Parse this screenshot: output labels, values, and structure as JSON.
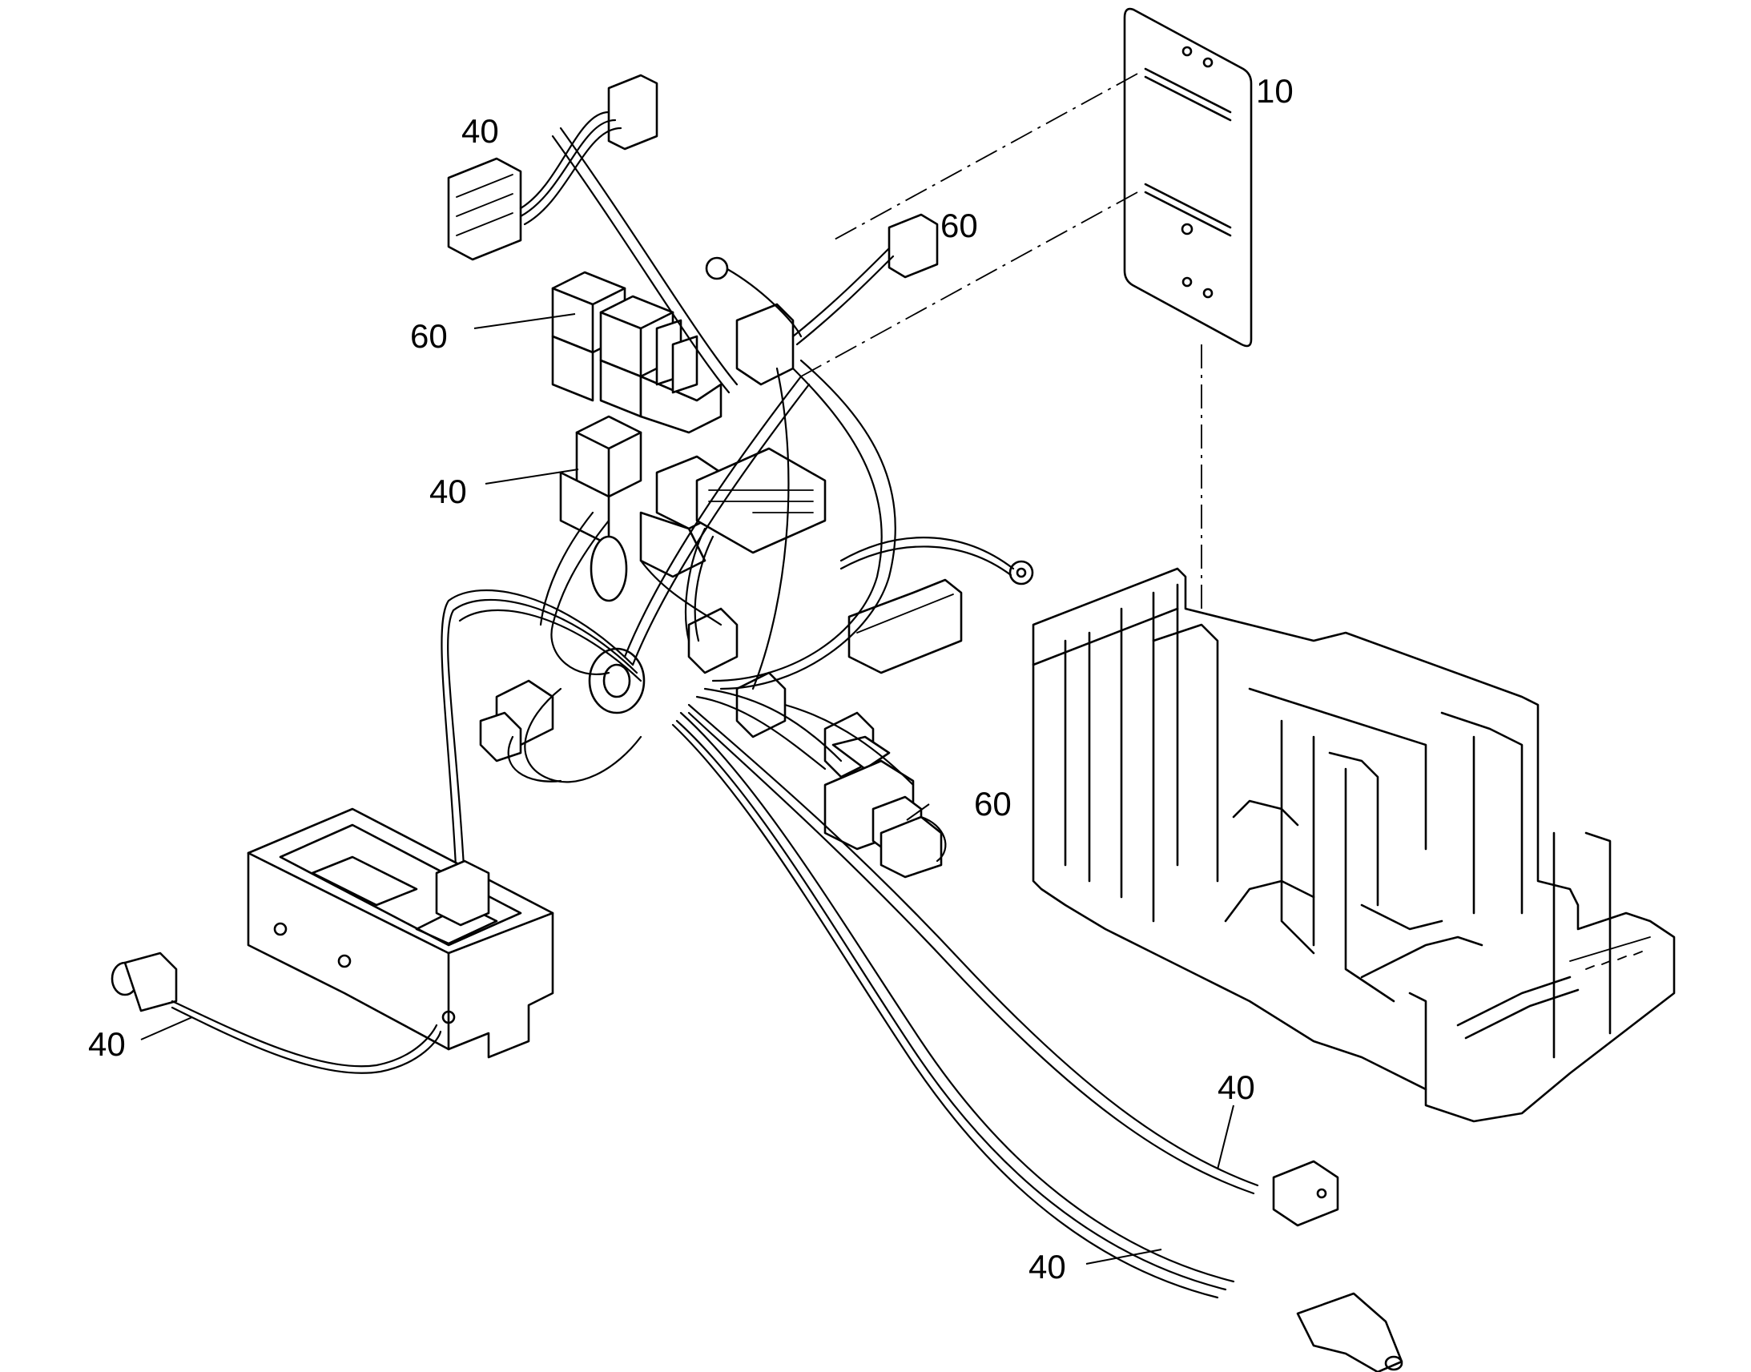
{
  "callouts": {
    "c10": "10",
    "c40_top": "40",
    "c60_top": "60",
    "c60_relay": "60",
    "c40_mid": "40",
    "c60_right": "60",
    "c40_left": "40",
    "c40_bottom_right": "40",
    "c40_bottom": "40"
  },
  "colors": {
    "line": "#000000",
    "background": "#ffffff"
  }
}
